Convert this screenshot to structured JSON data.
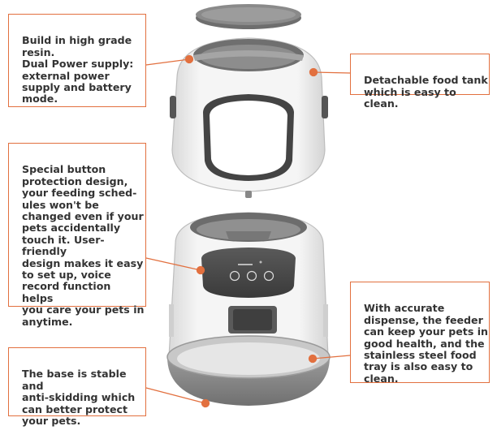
{
  "callouts": {
    "resin": "Build in high grade\nresin.\nDual Power supply:\nexternal power\nsupply and battery\nmode.",
    "tank": "Detachable food tank\nwhich is easy to clean.",
    "button": "Special button\nprotection design,\nyour feeding sched-\nules won't be\nchanged even if your\npets accidentally\ntouch it. User-friendly\ndesign makes it easy\nto set up, voice\nrecord function helps\nyou care your pets in\nanytime.",
    "dispense": "With accurate\ndispense, the feeder\ncan keep your pets in\ngood health, and the\nstainless steel food\ntray is also easy to\nclean.",
    "base": "The base is stable and\nanti-skidding which\ncan better protect\nyour pets."
  },
  "colors": {
    "accent": "#e2703f",
    "body_white": "#f2f2f2",
    "panel_dark": "#4a4a4a",
    "tray_grey": "#8c8c8c"
  },
  "icons": [
    "lid",
    "food-tank",
    "control-panel",
    "food-tray",
    "base"
  ]
}
